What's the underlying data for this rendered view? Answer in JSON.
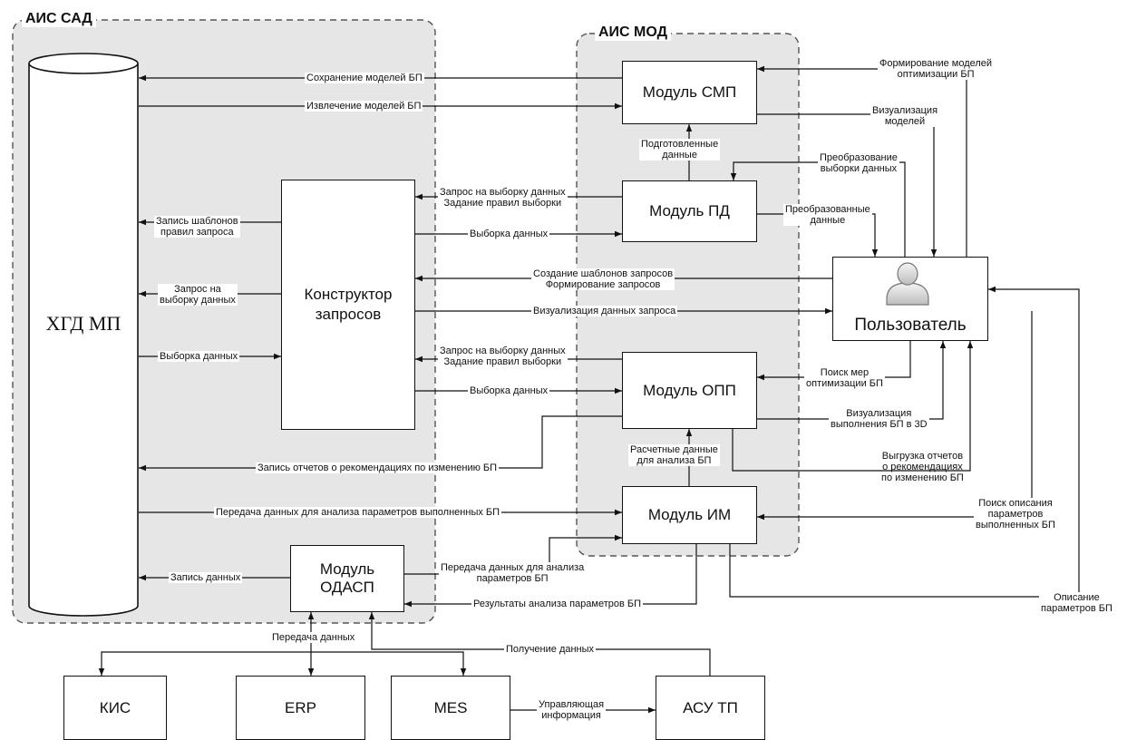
{
  "containers": {
    "sad_title": "АИС САД",
    "mod_title": "АИС МОД"
  },
  "storage": {
    "label": "ХГД МП"
  },
  "modules": {
    "smp": "Модуль СМП",
    "pd": "Модуль ПД",
    "opp": "Модуль ОПП",
    "im": "Модуль ИМ",
    "constructor": "Конструктор\nзапросов",
    "odasp": "Модуль\nОДАСП",
    "kis": "КИС",
    "erp": "ERP",
    "mes": "MES",
    "asu": "АСУ ТП"
  },
  "user": {
    "label": "Пользователь"
  },
  "flows": {
    "save_models": "Сохранение моделей БП",
    "extract_models": "Извлечение моделей БП",
    "form_models": "Формирование моделей\nоптимизации БП",
    "vis_models": "Визуализация\nмоделей",
    "prepared_data": "Подготовленные\nданные",
    "transform_sample": "Преобразование\nвыборки данных",
    "query_pd": "Запрос на выборку данных\nЗадание правил выборки",
    "transformed_data": "Преобразованные\nданные",
    "write_templates": "Запись шаблонов\nправил запроса",
    "sample_pd": "Выборка данных",
    "query_storage": "Запрос на\nвыборку данных",
    "create_templates": "Создание шаблонов запросов\nФормирование запросов",
    "vis_query": "Визуализация данных запроса",
    "sample_storage": "Выборка данных",
    "query_opp": "Запрос на выборку данных\nЗадание правил выборки",
    "search_measures": "Поиск мер\nоптимизации БП",
    "sample_opp": "Выборка данных",
    "vis_3d": "Визуализация\nвыполнения БП в 3D",
    "calc_data": "Расчетные данные\nдля анализа БП",
    "write_reports": "Запись отчетов о рекомендациях по изменению БП",
    "export_reports": "Выгрузка отчетов\nо рекомендациях\nпо изменению БП",
    "transfer_analysis": "Передача данных для анализа параметров выполненных БП",
    "search_description": "Поиск описания\nпараметров\nвыполненных БП",
    "transfer_odasp": "Передача данных для анализа\nпараметров БП",
    "description_params": "Описание\nпараметров БП",
    "write_data": "Запись данных",
    "results_analysis": "Результаты анализа параметров БП",
    "transfer_data": "Передача данных",
    "receive_data": "Получение данных",
    "control_info": "Управляющая\nинформация"
  }
}
